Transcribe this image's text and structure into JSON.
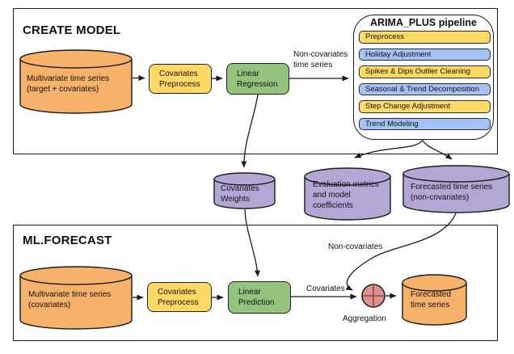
{
  "colors": {
    "orange": "#F6B26B",
    "yellow": "#FFD966",
    "green": "#93C47D",
    "purple": "#B4A7D6",
    "blue": "#A4C2F4",
    "red_aggregation": "#E08F8F",
    "outline": "#1a1a1a"
  },
  "create_model": {
    "title": "CREATE MODEL",
    "input_cylinder": {
      "line1": "Multivariate time series",
      "line2": "(target + covariates)"
    },
    "covariates_preprocess": {
      "line1": "Covariates",
      "line2": "Preprocess"
    },
    "linear_regression": {
      "line1": "Linear",
      "line2": "Regression"
    },
    "non_covariates_edge": {
      "line1": "Non-covariates",
      "line2": "time series"
    }
  },
  "pipeline": {
    "title": "ARIMA_PLUS pipeline",
    "steps": [
      {
        "label": "Preprocess",
        "color": "#FFD966"
      },
      {
        "label": "Holiday Adjustment",
        "color": "#A4C2F4"
      },
      {
        "label": "Spikes & Dips Outlier Cleaning",
        "color": "#FFD966"
      },
      {
        "label": "Seasonal & Trend Decomposition",
        "color": "#A4C2F4"
      },
      {
        "label": "Step Change Adjustment",
        "color": "#FFD966"
      },
      {
        "label": "Trend Modeling",
        "color": "#A4C2F4"
      }
    ]
  },
  "artifacts": {
    "covariates_weights": {
      "line1": "Covariates",
      "line2": "Weights"
    },
    "evaluation_metrics": {
      "line1": "Evaluation metrics",
      "line2": "and model",
      "line3": "coefficients"
    },
    "forecasted_non_covariates": {
      "line1": "Forecasted time series",
      "line2": "(non-covariates)"
    }
  },
  "ml_forecast": {
    "title": "ML.FORECAST",
    "input_cylinder": {
      "line1": "Multivariate time series",
      "line2": "(covariates)"
    },
    "covariates_preprocess": {
      "line1": "Covariates",
      "line2": "Preprocess"
    },
    "linear_prediction": {
      "line1": "Linear",
      "line2": "Prediction"
    },
    "covariates_edge": "Covariates",
    "non_covariates_edge": "Non-covariates",
    "aggregation_label": "Aggregation",
    "output_cylinder": {
      "line1": "Forecasted",
      "line2": "time series"
    }
  }
}
